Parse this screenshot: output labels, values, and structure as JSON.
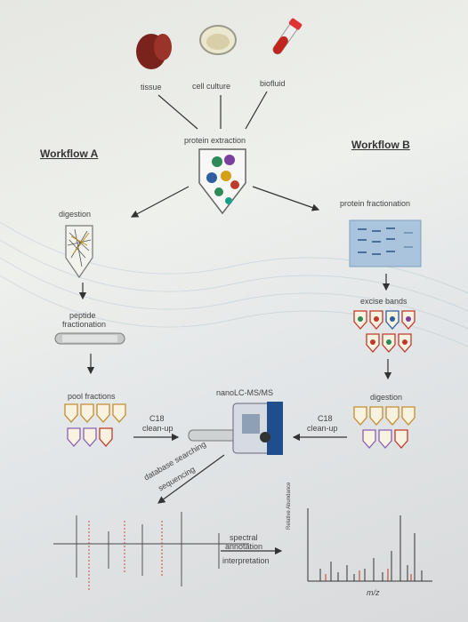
{
  "sources": {
    "tissue": "tissue",
    "cell_culture": "cell culture",
    "biofluid": "biofluid"
  },
  "center": {
    "protein_extraction": "protein extraction",
    "nanolc": "nanoLC-MS/MS",
    "database_searching": "database searching",
    "sequencing": "sequencing"
  },
  "workflow_a": {
    "title": "Workflow A",
    "digestion": "digestion",
    "peptide": "peptide",
    "fractionation": "fractionation",
    "pool_fractions": "pool fractions",
    "c18": "C18",
    "cleanup": "clean-up"
  },
  "workflow_b": {
    "title": "Workflow B",
    "protein_fractionation": "protein fractionation",
    "excise_bands": "excise bands",
    "digestion": "digestion",
    "c18": "C18",
    "cleanup": "clean-up"
  },
  "bottom": {
    "spectral": "spectral",
    "annotation": "annotation",
    "interpretation": "interpretation",
    "mz": "m/z",
    "relative_abundance": "Relative Abundance"
  },
  "colors": {
    "tissue": "#8a2a22",
    "gel": "#a9c4dc",
    "band_red": "#c0392b",
    "band_green": "#2e8b57",
    "band_blue": "#2f5e9e"
  }
}
